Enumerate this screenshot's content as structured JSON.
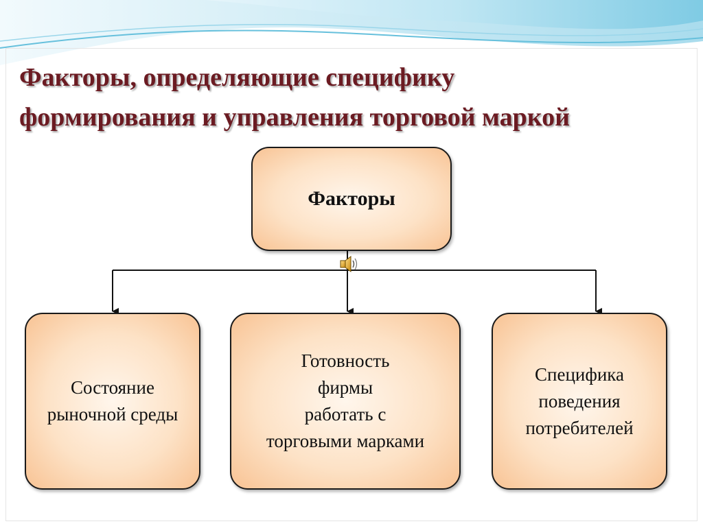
{
  "slide": {
    "title_lines": [
      "Факторы, определяющие специфику",
      "формирования и управления торговой маркой"
    ]
  },
  "diagram": {
    "root": {
      "label": "Факторы"
    },
    "children": [
      {
        "lines": [
          "Состояние",
          "рыночной среды"
        ]
      },
      {
        "lines": [
          "Готовность",
          "фирмы",
          "работать с",
          "торговыми марками"
        ]
      },
      {
        "lines": [
          "Специфика",
          "поведения",
          "потребителей"
        ]
      }
    ]
  },
  "colors": {
    "title": "#6b1b22",
    "box_fill": "#fde2c6",
    "box_edge": "#f8c394",
    "border": "#1a1a1a"
  },
  "icons": {
    "media": "speaker-icon"
  }
}
